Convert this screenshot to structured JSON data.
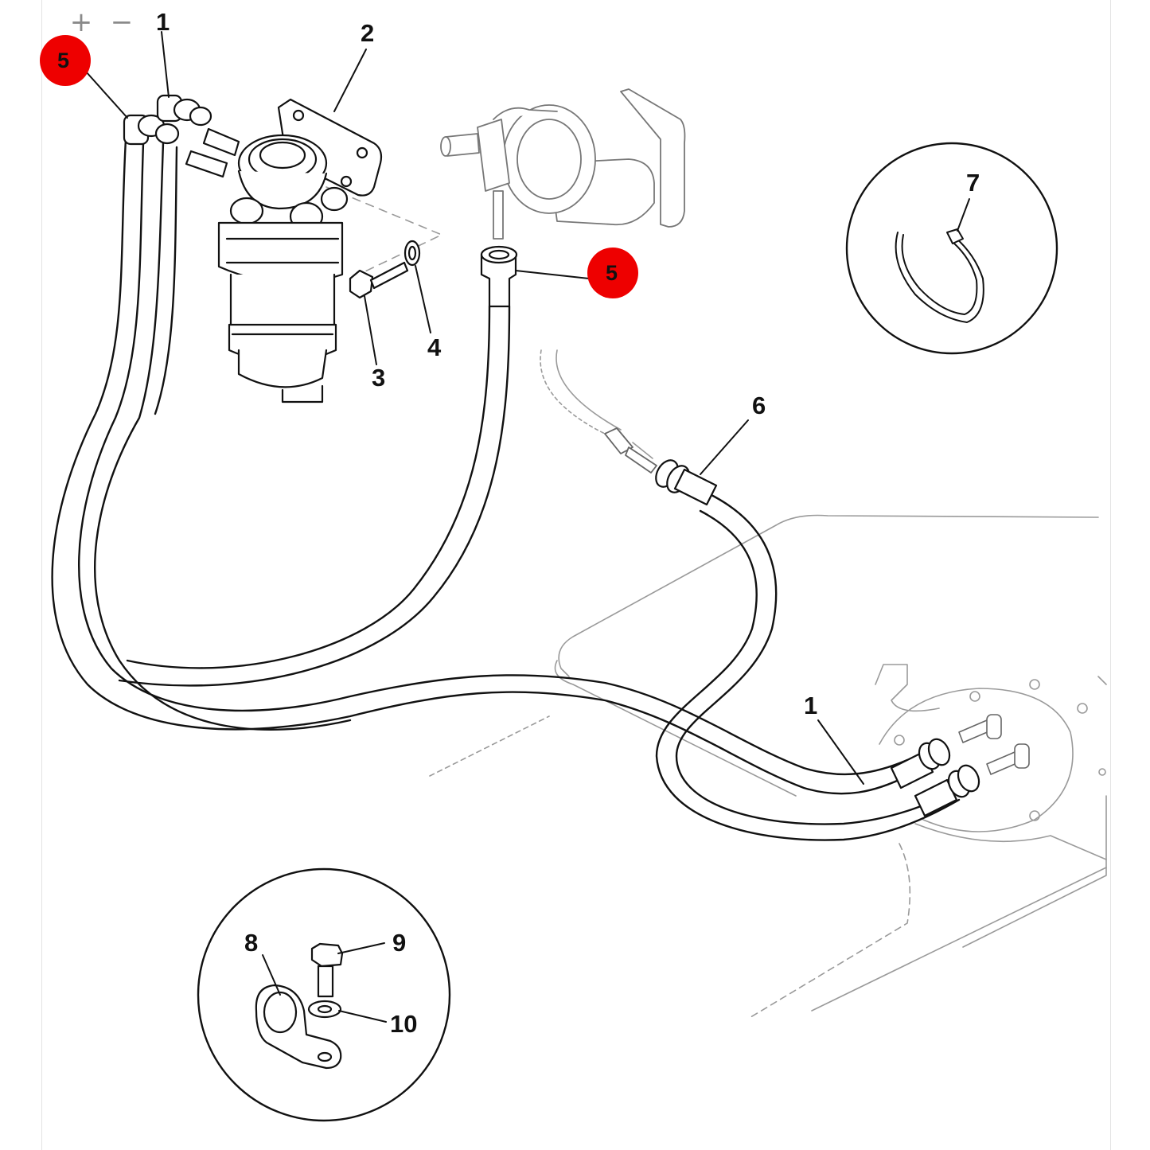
{
  "viewer": {
    "zoom_in_label": "+",
    "zoom_out_label": "−"
  },
  "callouts": {
    "c1_top": "1",
    "c2": "2",
    "c3": "3",
    "c4": "4",
    "c6": "6",
    "c7": "7",
    "c1_bottom": "1",
    "c8": "8",
    "c9": "9",
    "c10": "10"
  },
  "hotspots": {
    "top_left_label": "5",
    "right_label": "5",
    "color": "#ee0000"
  }
}
